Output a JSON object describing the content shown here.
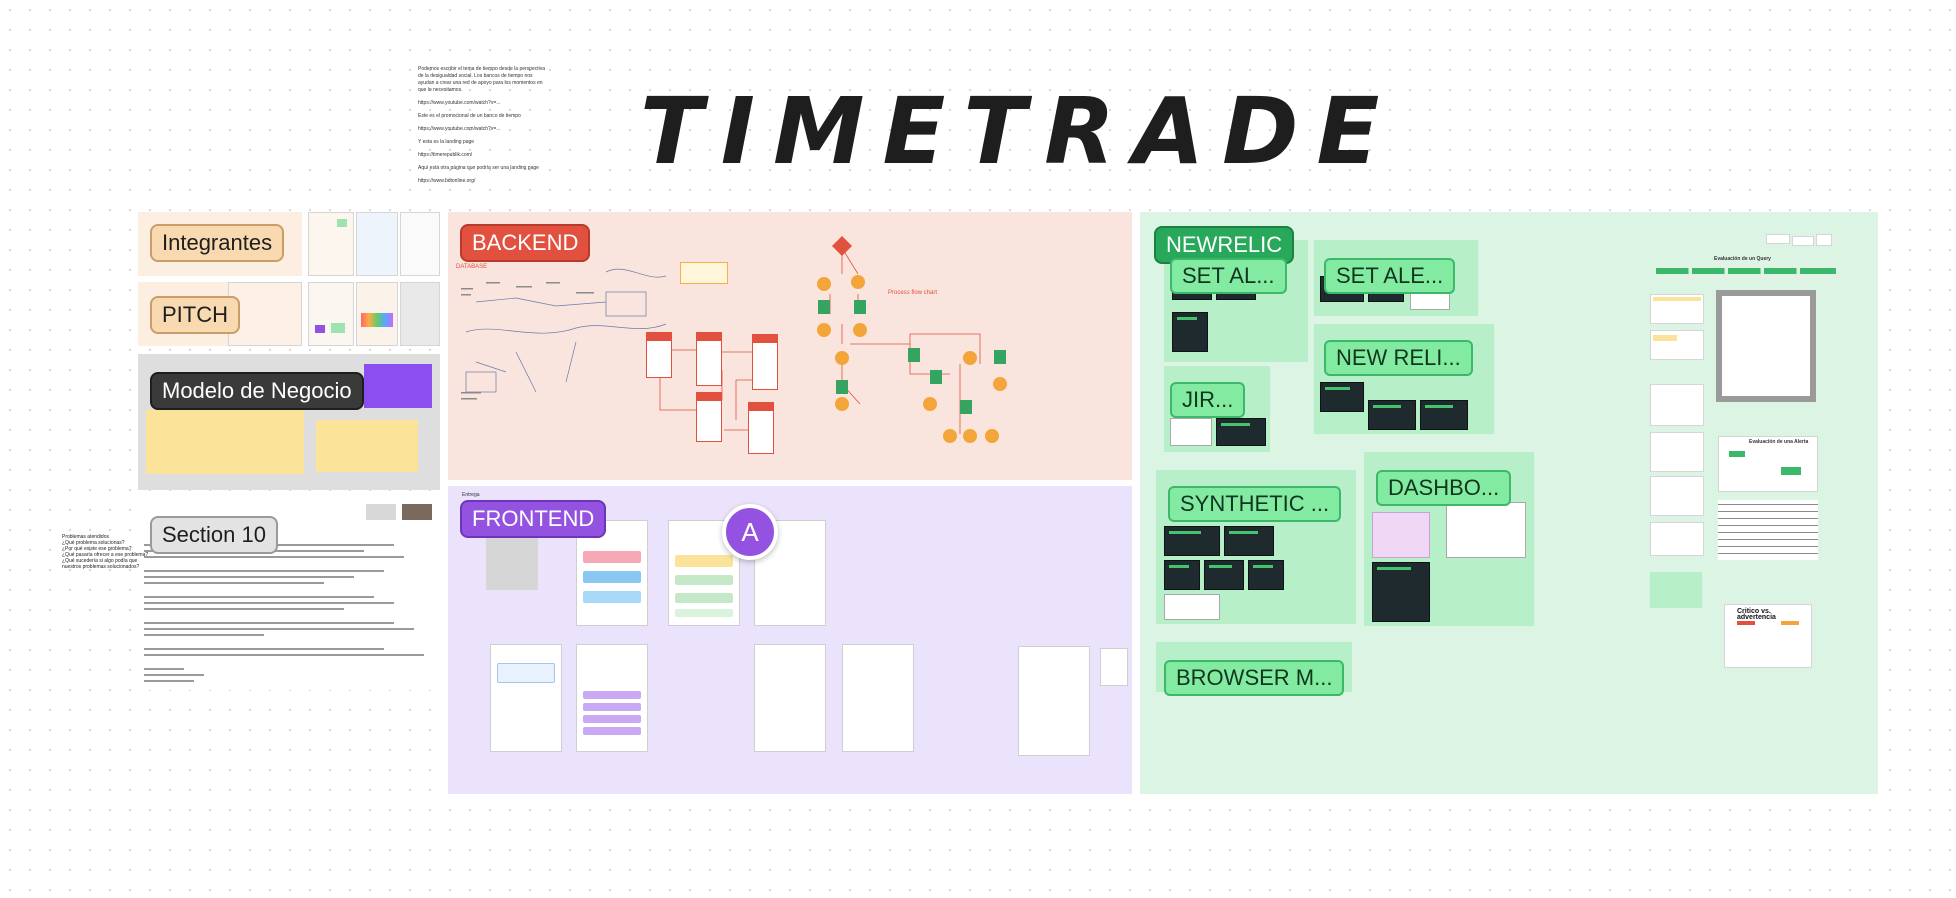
{
  "board": {
    "title": "TIMETRADE",
    "top_notes": [
      "Podemos escribir el tema de tiempo desde la perspectiva de la desigualdad social. Los bancos de tiempo nos ayudan a crear una red de apoyo para los momentos en que lo necesitamos.",
      "https://www.youtube.com/watch?v=...",
      "Este es el promocional de un banco de tiempo",
      "https://www.youtube.com/watch?v=...",
      "Y esta es la landing page",
      "https://timerepublik.com/",
      "Aquí está otra página que podría ser una landing page",
      "https://www.bdtonline.org/"
    ]
  },
  "sections": {
    "integrantes": {
      "label": "Integrantes"
    },
    "pitch": {
      "label": "PITCH"
    },
    "modelo": {
      "label": "Modelo de Negocio"
    },
    "section10": {
      "label": "Section 10"
    },
    "backend": {
      "label": "BACKEND",
      "db_label": "DATABASE",
      "flow_label": "Process flow chart"
    },
    "frontend": {
      "label": "FRONTEND"
    },
    "newrelic": {
      "label": "NEWRELIC"
    }
  },
  "newrelic_cards": [
    {
      "label": "SET AL..."
    },
    {
      "label": "SET ALE..."
    },
    {
      "label": "NEW RELI..."
    },
    {
      "label": "JIR..."
    },
    {
      "label": "SYNTHETIC ..."
    },
    {
      "label": "DASHBO..."
    },
    {
      "label": "BROWSER M..."
    }
  ],
  "right_panel": {
    "heading_1": "Evaluación de un Query",
    "heading_2": "Critico vs. advertencia",
    "heading_3": "Evaluación de una Alerta"
  },
  "section10_list": [
    "Problemas atendidos",
    "¿Qué problema solucionas?",
    "¿Por qué existe ese problema?",
    "¿Qué pasaría ofrecer a ese problema?",
    "¿Qué sucedería si algo podía que nuestros problemas solucionados?"
  ],
  "avatar": {
    "initial": "A",
    "color": "#9353e0"
  },
  "colors": {
    "backend": "#f9e5de",
    "frontend": "#ebe3fb",
    "newrelic": "#dcf4e4",
    "accent_red": "#e2503f",
    "accent_purple": "#9353e0",
    "accent_green": "#27a85a"
  }
}
